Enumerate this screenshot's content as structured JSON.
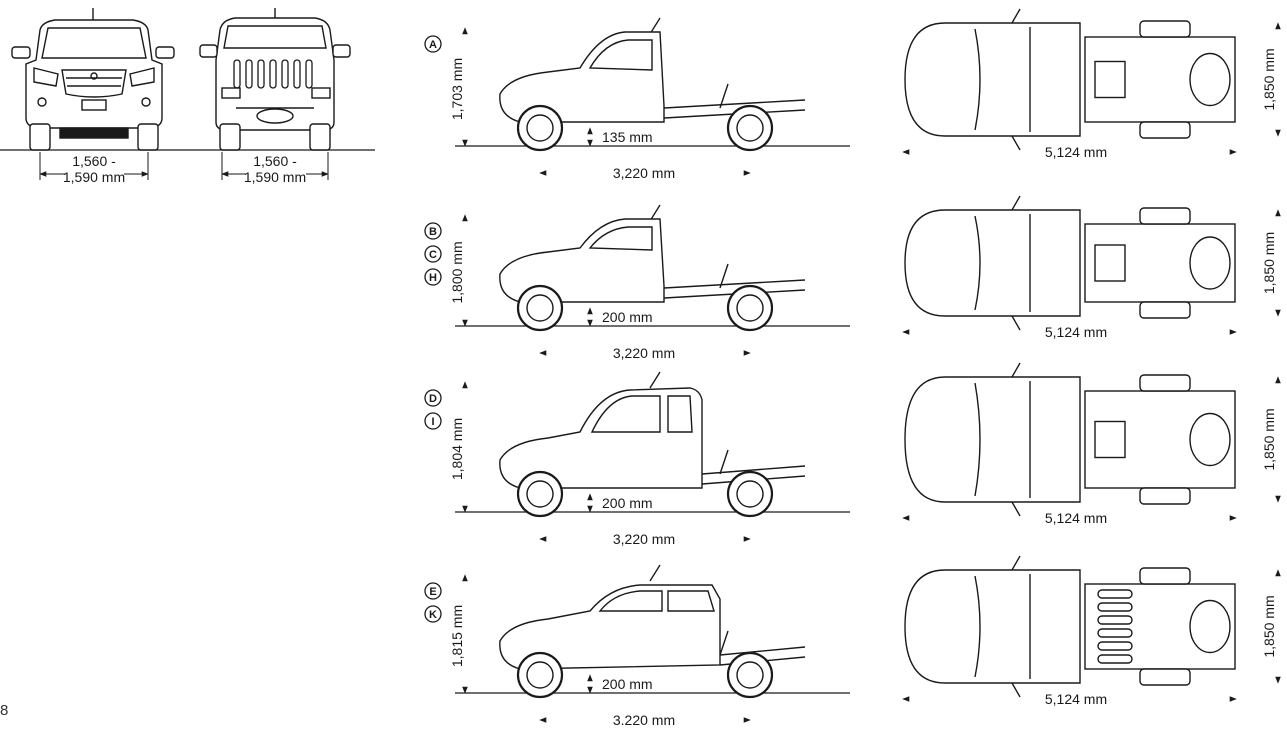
{
  "page_number": "8",
  "front_view": {
    "track_line1": "1,560 -",
    "track_line2": "1,590 mm"
  },
  "rear_view": {
    "track_line1": "1,560 -",
    "track_line2": "1,590 mm"
  },
  "rows": [
    {
      "badges": [
        "A"
      ],
      "height": "1,703 mm",
      "clearance": "135 mm",
      "wheelbase": "3,220 mm",
      "length": "5,124 mm",
      "width": "1,850 mm",
      "cab": "single"
    },
    {
      "badges": [
        "B",
        "C",
        "H"
      ],
      "height": "1,800 mm",
      "clearance": "200 mm",
      "wheelbase": "3,220 mm",
      "length": "5,124 mm",
      "width": "1,850 mm",
      "cab": "single"
    },
    {
      "badges": [
        "D",
        "I"
      ],
      "height": "1,804 mm",
      "clearance": "200 mm",
      "wheelbase": "3,220 mm",
      "length": "5,124 mm",
      "width": "1,850 mm",
      "cab": "freestyle"
    },
    {
      "badges": [
        "E",
        "K"
      ],
      "height": "1,815 mm",
      "clearance": "200 mm",
      "wheelbase": "3,220 mm",
      "length": "5,124 mm",
      "width": "1,850 mm",
      "cab": "dual"
    }
  ]
}
